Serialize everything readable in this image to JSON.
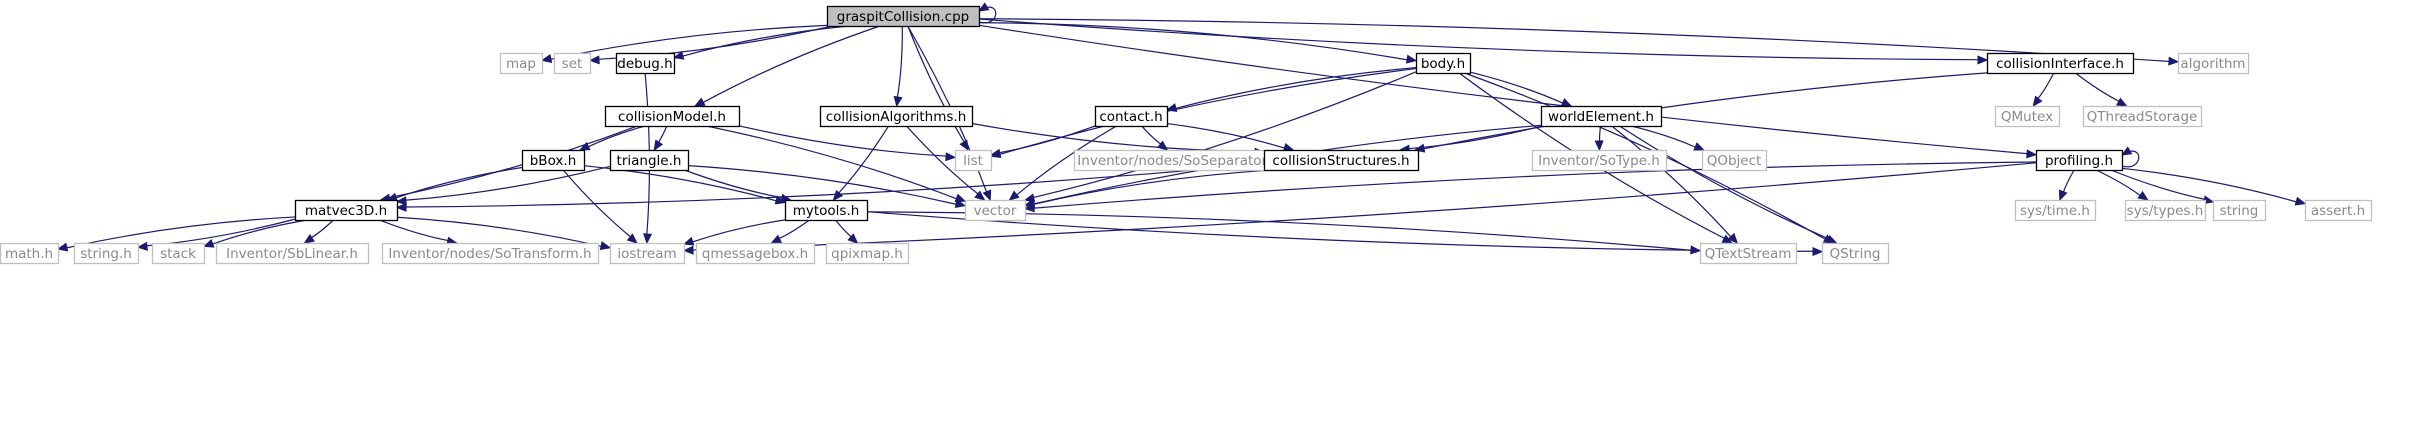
{
  "diagram": {
    "colors": {
      "edge": "#1a1a6e",
      "root_fill": "#bfbfbf",
      "documented_border": "#000000",
      "external_border": "#bfbfbf",
      "external_text": "#8a8a8a"
    },
    "nodes": [
      {
        "id": "root",
        "label": "graspitCollision.cpp",
        "kind": "root"
      },
      {
        "id": "map",
        "label": "map",
        "kind": "external"
      },
      {
        "id": "set",
        "label": "set",
        "kind": "external"
      },
      {
        "id": "debug",
        "label": "debug.h",
        "kind": "documented"
      },
      {
        "id": "body",
        "label": "body.h",
        "kind": "documented"
      },
      {
        "id": "collisionInterface",
        "label": "collisionInterface.h",
        "kind": "documented"
      },
      {
        "id": "algorithm",
        "label": "algorithm",
        "kind": "external"
      },
      {
        "id": "collisionModel",
        "label": "collisionModel.h",
        "kind": "documented"
      },
      {
        "id": "collisionAlgorithms",
        "label": "collisionAlgorithms.h",
        "kind": "documented"
      },
      {
        "id": "contact",
        "label": "contact.h",
        "kind": "documented"
      },
      {
        "id": "worldElement",
        "label": "worldElement.h",
        "kind": "documented"
      },
      {
        "id": "qmutex",
        "label": "QMutex",
        "kind": "external"
      },
      {
        "id": "qthreadstorage",
        "label": "QThreadStorage",
        "kind": "external"
      },
      {
        "id": "list",
        "label": "list",
        "kind": "external"
      },
      {
        "id": "soseparator",
        "label": "Inventor/nodes/SoSeparator.h",
        "kind": "external"
      },
      {
        "id": "collisionStructures",
        "label": "collisionStructures.h",
        "kind": "documented"
      },
      {
        "id": "sotype",
        "label": "Inventor/SoType.h",
        "kind": "external"
      },
      {
        "id": "qobject",
        "label": "QObject",
        "kind": "external"
      },
      {
        "id": "profiling",
        "label": "profiling.h",
        "kind": "documented"
      },
      {
        "id": "bbox",
        "label": "bBox.h",
        "kind": "documented"
      },
      {
        "id": "triangle",
        "label": "triangle.h",
        "kind": "documented"
      },
      {
        "id": "matvec3d",
        "label": "matvec3D.h",
        "kind": "documented"
      },
      {
        "id": "mytools",
        "label": "mytools.h",
        "kind": "documented"
      },
      {
        "id": "vector",
        "label": "vector",
        "kind": "external"
      },
      {
        "id": "systime",
        "label": "sys/time.h",
        "kind": "external"
      },
      {
        "id": "systypes",
        "label": "sys/types.h",
        "kind": "external"
      },
      {
        "id": "string",
        "label": "string",
        "kind": "external"
      },
      {
        "id": "asserth",
        "label": "assert.h",
        "kind": "external"
      },
      {
        "id": "mathh",
        "label": "math.h",
        "kind": "external"
      },
      {
        "id": "stringh",
        "label": "string.h",
        "kind": "external"
      },
      {
        "id": "stack",
        "label": "stack",
        "kind": "external"
      },
      {
        "id": "sblinear",
        "label": "Inventor/SbLinear.h",
        "kind": "external"
      },
      {
        "id": "sotransform",
        "label": "Inventor/nodes/SoTransform.h",
        "kind": "external"
      },
      {
        "id": "iostream",
        "label": "iostream",
        "kind": "external"
      },
      {
        "id": "qmessagebox",
        "label": "qmessagebox.h",
        "kind": "external"
      },
      {
        "id": "qpixmap",
        "label": "qpixmap.h",
        "kind": "external"
      },
      {
        "id": "qtextstream",
        "label": "QTextStream",
        "kind": "external"
      },
      {
        "id": "qstring",
        "label": "QString",
        "kind": "external"
      }
    ],
    "edges": [
      [
        "root",
        "root"
      ],
      [
        "root",
        "map"
      ],
      [
        "root",
        "set"
      ],
      [
        "root",
        "debug"
      ],
      [
        "root",
        "body"
      ],
      [
        "root",
        "collisionInterface"
      ],
      [
        "root",
        "algorithm"
      ],
      [
        "root",
        "collisionModel"
      ],
      [
        "root",
        "collisionAlgorithms"
      ],
      [
        "root",
        "list"
      ],
      [
        "root",
        "vector"
      ],
      [
        "root",
        "profiling"
      ],
      [
        "debug",
        "iostream"
      ],
      [
        "body",
        "contact"
      ],
      [
        "body",
        "worldElement"
      ],
      [
        "body",
        "list"
      ],
      [
        "body",
        "vector"
      ],
      [
        "body",
        "qtextstream"
      ],
      [
        "body",
        "qstring"
      ],
      [
        "collisionInterface",
        "collisionStructures"
      ],
      [
        "collisionInterface",
        "qmutex"
      ],
      [
        "collisionInterface",
        "qthreadstorage"
      ],
      [
        "collisionModel",
        "matvec3d"
      ],
      [
        "collisionModel",
        "bbox"
      ],
      [
        "collisionModel",
        "triangle"
      ],
      [
        "collisionModel",
        "list"
      ],
      [
        "collisionModel",
        "vector"
      ],
      [
        "collisionAlgorithms",
        "collisionStructures"
      ],
      [
        "collisionAlgorithms",
        "mytools"
      ],
      [
        "collisionAlgorithms",
        "vector"
      ],
      [
        "contact",
        "list"
      ],
      [
        "contact",
        "soseparator"
      ],
      [
        "contact",
        "collisionStructures"
      ],
      [
        "contact",
        "vector"
      ],
      [
        "worldElement",
        "collisionStructures"
      ],
      [
        "worldElement",
        "sotype"
      ],
      [
        "worldElement",
        "qobject"
      ],
      [
        "worldElement",
        "vector"
      ],
      [
        "worldElement",
        "qtextstream"
      ],
      [
        "worldElement",
        "qstring"
      ],
      [
        "collisionStructures",
        "matvec3d"
      ],
      [
        "collisionStructures",
        "vector"
      ],
      [
        "profiling",
        "profiling"
      ],
      [
        "profiling",
        "vector"
      ],
      [
        "profiling",
        "iostream"
      ],
      [
        "profiling",
        "systime"
      ],
      [
        "profiling",
        "systypes"
      ],
      [
        "profiling",
        "string"
      ],
      [
        "profiling",
        "asserth"
      ],
      [
        "bbox",
        "matvec3d"
      ],
      [
        "bbox",
        "mytools"
      ],
      [
        "bbox",
        "iostream"
      ],
      [
        "triangle",
        "matvec3d"
      ],
      [
        "triangle",
        "mytools"
      ],
      [
        "triangle",
        "vector"
      ],
      [
        "matvec3d",
        "mathh"
      ],
      [
        "matvec3d",
        "stringh"
      ],
      [
        "matvec3d",
        "stack"
      ],
      [
        "matvec3d",
        "sblinear"
      ],
      [
        "matvec3d",
        "sotransform"
      ],
      [
        "matvec3d",
        "iostream"
      ],
      [
        "mytools",
        "iostream"
      ],
      [
        "mytools",
        "qmessagebox"
      ],
      [
        "mytools",
        "qpixmap"
      ],
      [
        "mytools",
        "qtextstream"
      ],
      [
        "mytools",
        "qstring"
      ]
    ]
  }
}
